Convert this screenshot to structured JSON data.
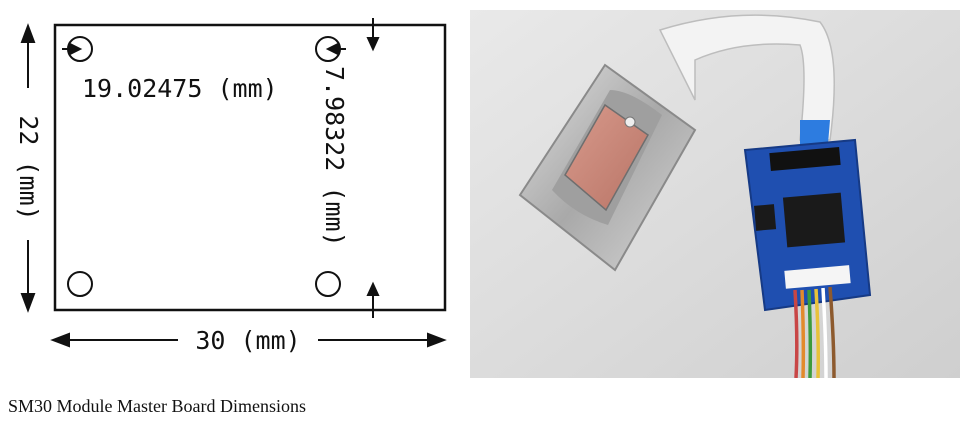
{
  "diagram": {
    "width_dimension": "30 (mm)",
    "height_dimension": "22 (mm)",
    "hole_spacing_horizontal": "19.02475 (mm)",
    "hole_spacing_vertical": "7.98322 (mm)"
  },
  "photo": {
    "description_icon": "fingerprint-sensor-module-photo"
  },
  "caption": "SM30 Module Master Board Dimensions",
  "colors": {
    "board_blue": "#1f4fb0",
    "sensor_window": "#c98a7c",
    "metal": "#b9b9b9"
  }
}
